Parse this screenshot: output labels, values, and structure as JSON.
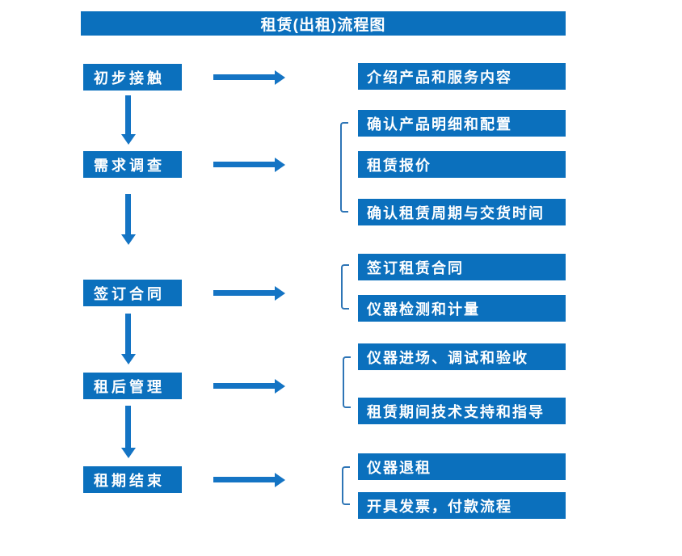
{
  "title": "租赁(出租)流程图",
  "colors": {
    "box_blue": "#0b70bd",
    "arrow_blue": "#1474c4",
    "bracket_blue": "#2e75b6",
    "text_white": "#ffffff"
  },
  "steps": [
    {
      "label": "初步接触",
      "details": [
        "介绍产品和服务内容"
      ]
    },
    {
      "label": "需求调查",
      "details": [
        "确认产品明细和配置",
        "租赁报价",
        "确认租赁周期与交货时间"
      ]
    },
    {
      "label": "签订合同",
      "details": [
        "签订租赁合同",
        "仪器检测和计量"
      ]
    },
    {
      "label": "租后管理",
      "details": [
        "仪器进场、调试和验收",
        "租赁期间技术支持和指导"
      ]
    },
    {
      "label": "租期结束",
      "details": [
        "仪器退租",
        "开具发票，付款流程"
      ]
    }
  ]
}
